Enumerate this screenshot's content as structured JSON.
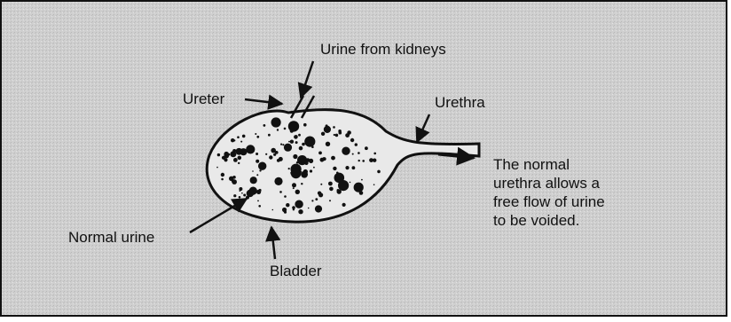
{
  "labels": {
    "urine_from_kidneys": "Urine from kidneys",
    "ureter": "Ureter",
    "urethra": "Urethra",
    "normal_urine": "Normal urine",
    "bladder": "Bladder"
  },
  "note": {
    "lines": [
      "The normal",
      "urethra allows a",
      "free flow of urine",
      "to be voided."
    ]
  },
  "colors": {
    "background": "#cfcfcf",
    "ink": "#111111",
    "bladder_fill": "#e8e8e8"
  }
}
